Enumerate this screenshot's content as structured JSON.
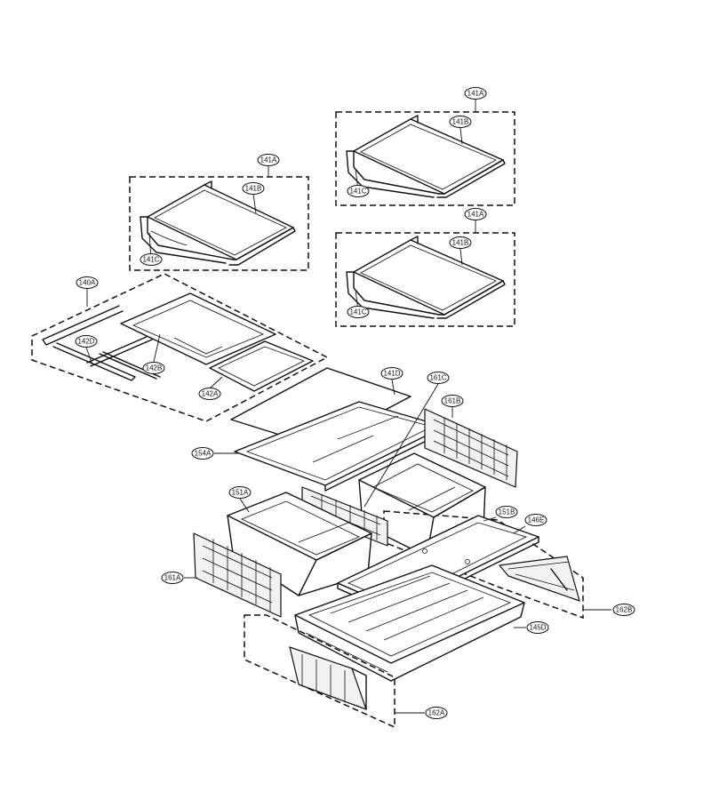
{
  "callouts": {
    "shelf_1_frame": "141A",
    "shelf_1_glass": "141B",
    "shelf_1_bracket": "141C",
    "shelf_2_frame": "141A",
    "shelf_2_glass": "141B",
    "shelf_2_bracket": "141C",
    "shelf_3_frame": "141A",
    "shelf_3_glass": "141B",
    "shelf_3_bracket": "141C",
    "folding_shelf_assembly": "140A",
    "folding_shelf_rail": "142D",
    "folding_shelf_frame": "142B",
    "folding_shelf_glass": "142A",
    "crisper_cover_glass": "141D",
    "crisper_cover_divider": "161C",
    "crisper_cover_frame": "154A",
    "right_side_rail": "161B",
    "left_crisper_drawer": "151A",
    "right_crisper_drawer": "151B",
    "pantry_cover": "146E",
    "left_side_rail": "161A",
    "right_slide_rail": "162B",
    "pantry_drawer": "145D",
    "left_slide_rail": "162A"
  }
}
